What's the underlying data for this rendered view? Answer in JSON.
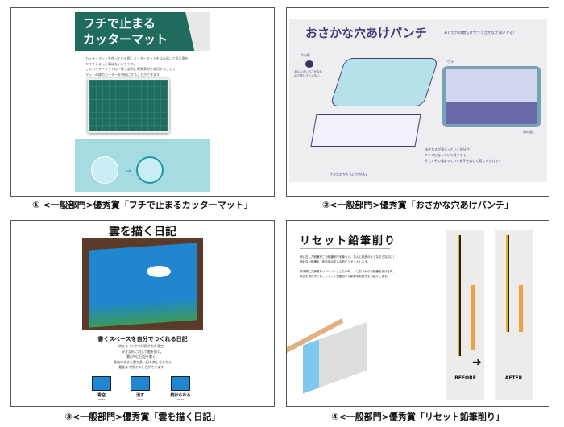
{
  "panels": [
    {
      "caption": "① <一般部門>優秀賞「フチで止まるカッターマット」",
      "title_line1": "フチで止まる",
      "title_line2": "カッターマット",
      "desc": [
        "カッターマットを使っている際、カッターマットをはみ出して机に傷を",
        "つけてしまった事はないだろうか。",
        "このカッターマットは「縁」部分に硬質素材を使用することで",
        "マットの縁のカッターを明確にすることができます。"
      ],
      "colors": {
        "teal": "#1f6b5e",
        "cyan": "#a6dbe1"
      }
    },
    {
      "caption": "②<一般部門>優秀賞「おさかな穴あけパンチ」",
      "title": "おさかな穴あけパンチ",
      "speech": "あけた穴の数だけウラでさかなが泳いでる！",
      "hole_label": "穴の形",
      "hole_note": "まんまるいおさかななので使いづらくない",
      "back_label": "ウラ",
      "sea_label": "海の絵",
      "desc": [
        "抜きカスが溜まっていく部分が",
        "クリアになっていて見やすく、",
        "そしてその溜まっていく様子を楽しく見ていられる！"
      ],
      "paper_note": "さかなのかたちに穴があく",
      "colors": {
        "purple": "#4a3a7a",
        "bg": "#eeeef0",
        "punch": "#b4e2e8"
      }
    },
    {
      "caption": "③<一般部門>優秀賞「雲を描く日記」",
      "title": "雲を描く日記",
      "subtitle": "書くスペースを自分でつくれる日記",
      "desc": [
        "消せるインクで印刷された青空。",
        "好きな形に消して雲を描く。",
        "雲の中に日記を書く。",
        "青空のままも雲が多い日も楽しめるから",
        "最後まで続けることができます。"
      ],
      "icons": [
        {
          "label": "青空",
          "sub": "clear",
          "icon": "open-book-icon"
        },
        {
          "label": "消す",
          "sub": "clear",
          "icon": "eraser-book-icon"
        },
        {
          "label": "続けられる",
          "sub": "clear",
          "icon": "diary-book-icon"
        }
      ],
      "colors": {
        "blue": "#1f86cf"
      }
    },
    {
      "caption": "④<一般部門>優秀賞「リセット鉛筆削り」",
      "title": "リセット鉛筆削り",
      "desc": [
        "使い古した鉛筆がこの鉛筆削りを使うと、なんと新品のような平らな形に！",
        "使わない鉛筆を、削る前の平らな形にリセットします。",
        "",
        "新学期に文房具をリフレッシュしたい時、人におさがりの鉛筆をあげる時、",
        "新品を買わずとも、リセット鉛筆削りが新鮮な気持ちをお届けします。"
      ],
      "before": "BEFORE",
      "after": "AFTER"
    }
  ]
}
